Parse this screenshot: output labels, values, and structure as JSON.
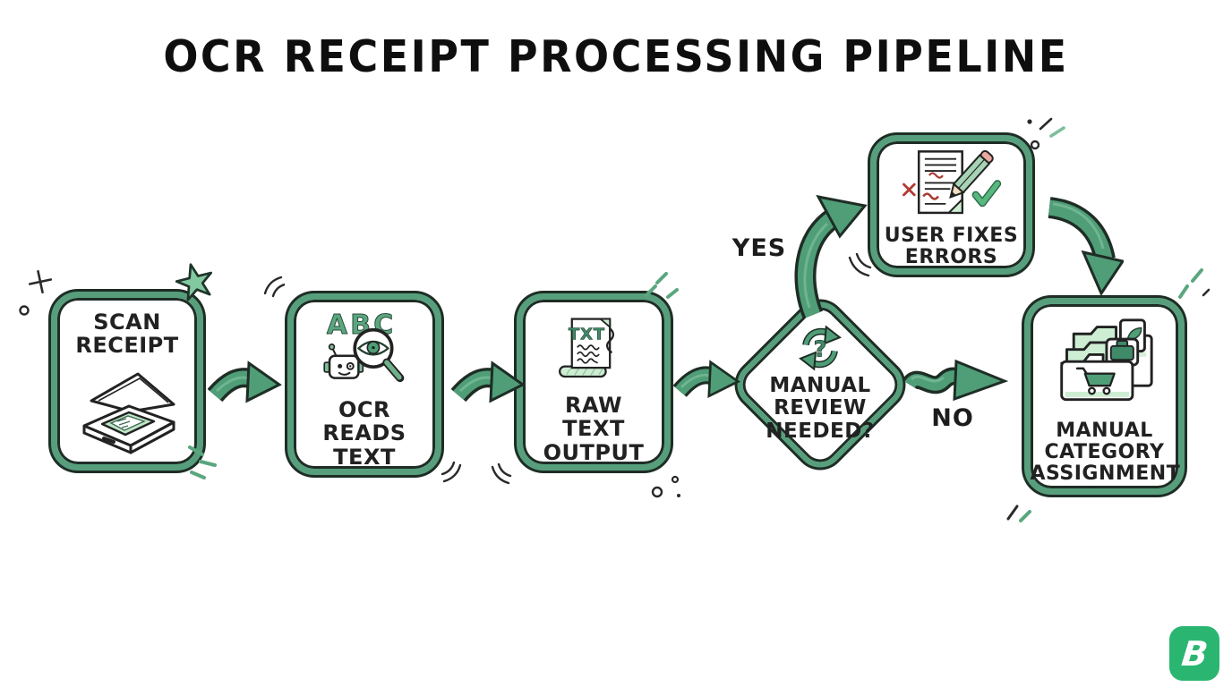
{
  "title": "OCR RECEIPT PROCESSING PIPELINE",
  "nodes": {
    "scan": {
      "label": "SCAN RECEIPT",
      "icon": "flatbed-scanner-icon",
      "shape": "rounded-rectangle"
    },
    "ocr": {
      "label": "OCR READS TEXT",
      "icon": "magnifier-eye-robot-icon",
      "icon_text": "ABC",
      "shape": "rounded-rectangle"
    },
    "raw": {
      "label": "RAW TEXT OUTPUT",
      "icon": "text-scroll-icon",
      "icon_text": "TXT",
      "shape": "rounded-rectangle"
    },
    "review": {
      "label": "MANUAL REVIEW NEEDED?",
      "icon": "refresh-question-icon",
      "icon_text": "?",
      "shape": "diamond"
    },
    "fixes": {
      "label": "USER FIXES ERRORS",
      "icon": "document-pencil-check-icon",
      "shape": "rounded-rectangle"
    },
    "category": {
      "label": "MANUAL CATEGORY ASSIGNMENT",
      "icon": "folders-shopping-cart-icon",
      "shape": "rounded-rectangle"
    }
  },
  "edges": [
    {
      "from": "scan",
      "to": "ocr",
      "label": ""
    },
    {
      "from": "ocr",
      "to": "raw",
      "label": ""
    },
    {
      "from": "raw",
      "to": "review",
      "label": ""
    },
    {
      "from": "review",
      "to": "fixes",
      "label": "YES"
    },
    {
      "from": "fixes",
      "to": "category",
      "label": ""
    },
    {
      "from": "review",
      "to": "category",
      "label": "NO"
    }
  ],
  "logo": {
    "letter": "B",
    "color": "#2ab671"
  },
  "colors": {
    "arrow_green": "#4f9e78",
    "border_green": "#579f7c",
    "light_green": "#cdeed2",
    "outline_dark": "#1e2d25",
    "text_dark": "#212121",
    "accent_red": "#a83a33",
    "background": "#ffffff"
  }
}
